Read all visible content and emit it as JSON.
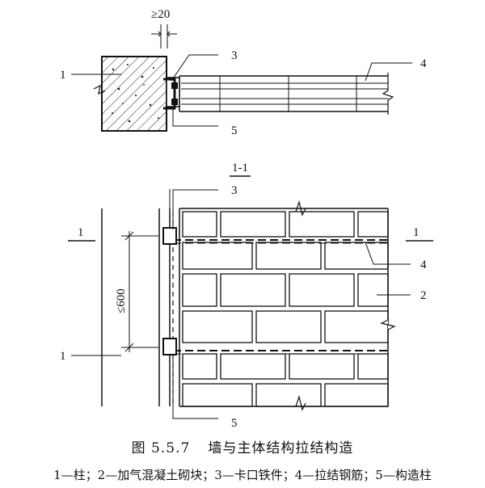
{
  "plan": {
    "dim_gap": "≥20",
    "labels": {
      "column": "1",
      "clip": "3",
      "rebar": "4",
      "constr_col": "5"
    }
  },
  "elevation": {
    "section_title": "1-1",
    "cut_mark": "1",
    "spacing_dim": "≤600",
    "labels": {
      "clip": "3",
      "rebar": "4",
      "block": "2",
      "column": "1",
      "constr_col": "5"
    }
  },
  "caption": {
    "figure_no": "图 5.5.7",
    "title": "墙与主体结构拉结构造",
    "legend": "1—柱；2—加气混凝土砌块；3—卡口铁件；4—拉结钢筋；5—构造柱"
  }
}
